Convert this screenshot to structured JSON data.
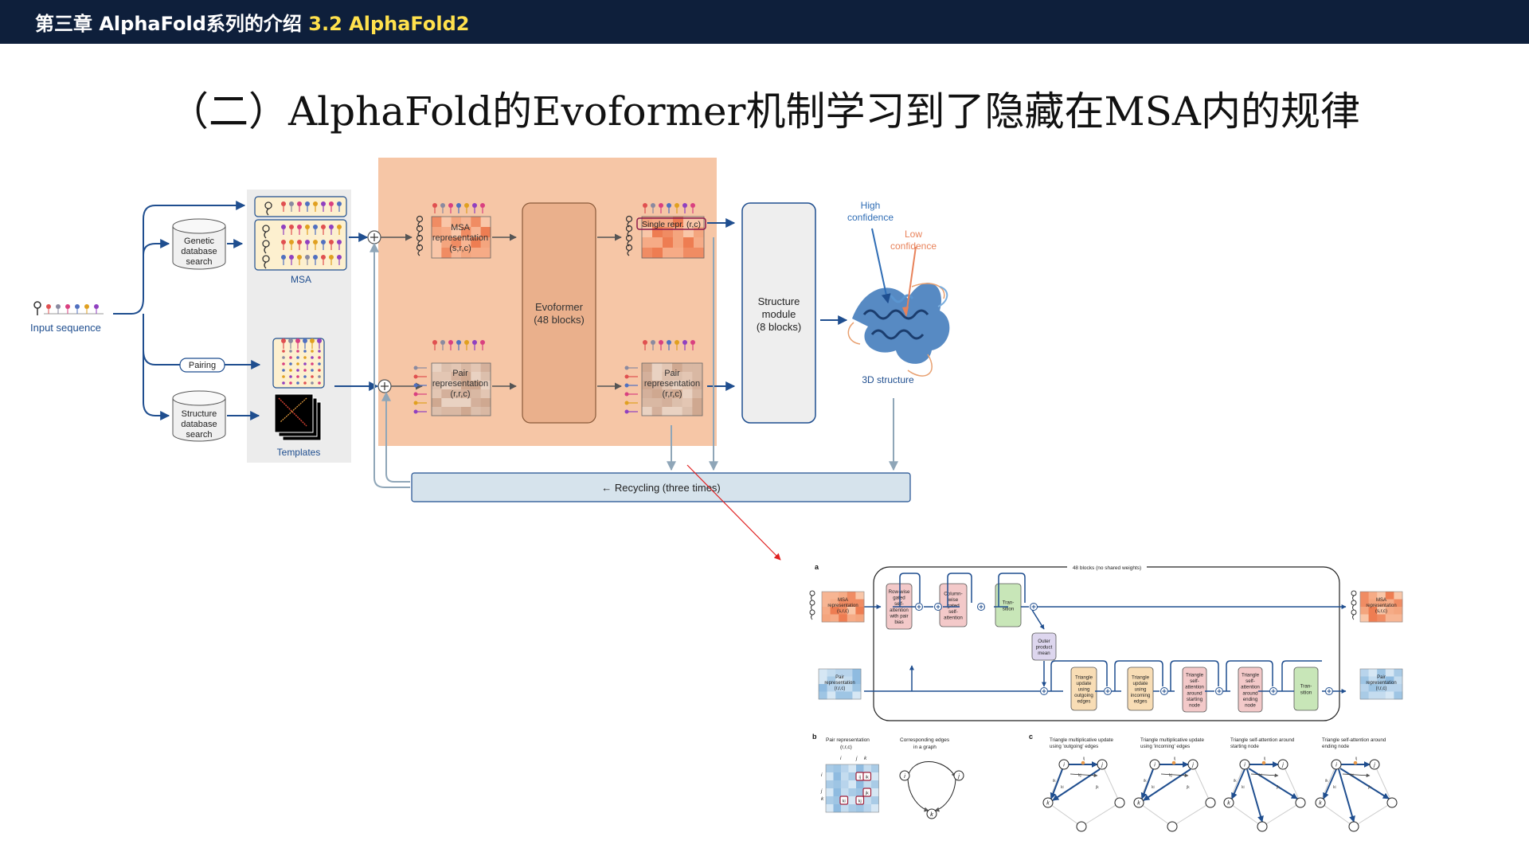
{
  "header": {
    "chapter": "第三章 AlphaFold系列的介绍",
    "section": "3.2 AlphaFold2",
    "accent_color": "#ffe14d",
    "bg_color": "#0e1f3b"
  },
  "slide_title": "（二）AlphaFold的Evoformer机制学习到了隐藏在MSA内的规律",
  "pipeline": {
    "input_sequence": "Input sequence",
    "genetic_db": [
      "Genetic",
      "database",
      "search"
    ],
    "structure_db": [
      "Structure",
      "database",
      "search"
    ],
    "pairing": "Pairing",
    "msa": "MSA",
    "templates": "Templates",
    "msa_repr": [
      "MSA",
      "representation",
      "(s,r,c)"
    ],
    "pair_repr": [
      "Pair",
      "representation",
      "(r,r,c)"
    ],
    "evoformer": [
      "Evoformer",
      "(48 blocks)"
    ],
    "single_repr": "Single repr. (r,c)",
    "pair_repr_out": [
      "Pair",
      "representation",
      "(r,r,c)"
    ],
    "structure_module": [
      "Structure",
      "module",
      "(8 blocks)"
    ],
    "high_conf": [
      "High",
      "confidence"
    ],
    "low_conf": [
      "Low",
      "confidence"
    ],
    "structure_3d": "3D structure",
    "recycling": "← Recycling (three times)",
    "colors": {
      "blue": "#1f4e8f",
      "evoformer_bg": "#f6c6a6",
      "high": "#2f6db5",
      "low": "#e8825a"
    }
  },
  "detail": {
    "panel_a": "a",
    "blocks_label": "48 blocks (no shared weights)",
    "msa_in": [
      "MSA",
      "representation",
      "(s,r,c)"
    ],
    "msa_out": [
      "MSA",
      "representation",
      "(s,r,c)"
    ],
    "pair_in": [
      "Pair",
      "representation",
      "(r,r,c)"
    ],
    "pair_out": [
      "Pair",
      "representation",
      "(r,r,c)"
    ],
    "row_attn": [
      "Row-wise",
      "gated",
      "self-",
      "attention",
      "with pair",
      "bias"
    ],
    "col_attn": [
      "Column-",
      "wise",
      "gated",
      "self-",
      "attention"
    ],
    "transition": [
      "Tran-",
      "sition"
    ],
    "outer_product": [
      "Outer",
      "product",
      "mean"
    ],
    "tri_out": [
      "Triangle",
      "update",
      "using",
      "outgoing",
      "edges"
    ],
    "tri_in": [
      "Triangle",
      "update",
      "using",
      "incoming",
      "edges"
    ],
    "tri_start": [
      "Triangle",
      "self-",
      "attention",
      "around",
      "starting",
      "node"
    ],
    "tri_end": [
      "Triangle",
      "self-",
      "attention",
      "around",
      "ending",
      "node"
    ],
    "transition2": [
      "Tran-",
      "sition"
    ],
    "panel_b": "b",
    "b_pair_title": [
      "Pair representation",
      "(r,r,c)"
    ],
    "b_edges_title": [
      "Corresponding edges",
      "in a graph"
    ],
    "b_axis": [
      "i",
      "j",
      "k"
    ],
    "b_cells": [
      "ij",
      "ik",
      "jk",
      "ki",
      "kj"
    ],
    "panel_c": "c",
    "c_titles": [
      [
        "Triangle multiplicative update",
        "using 'outgoing' edges"
      ],
      [
        "Triangle multiplicative update",
        "using 'incoming' edges"
      ],
      [
        "Triangle self-attention around",
        "starting node"
      ],
      [
        "Triangle self-attention around",
        "ending node"
      ]
    ],
    "c_nodes": [
      "i",
      "j",
      "k"
    ],
    "c_edges": [
      "ij",
      "ik",
      "jk",
      "ki",
      "kj"
    ]
  }
}
